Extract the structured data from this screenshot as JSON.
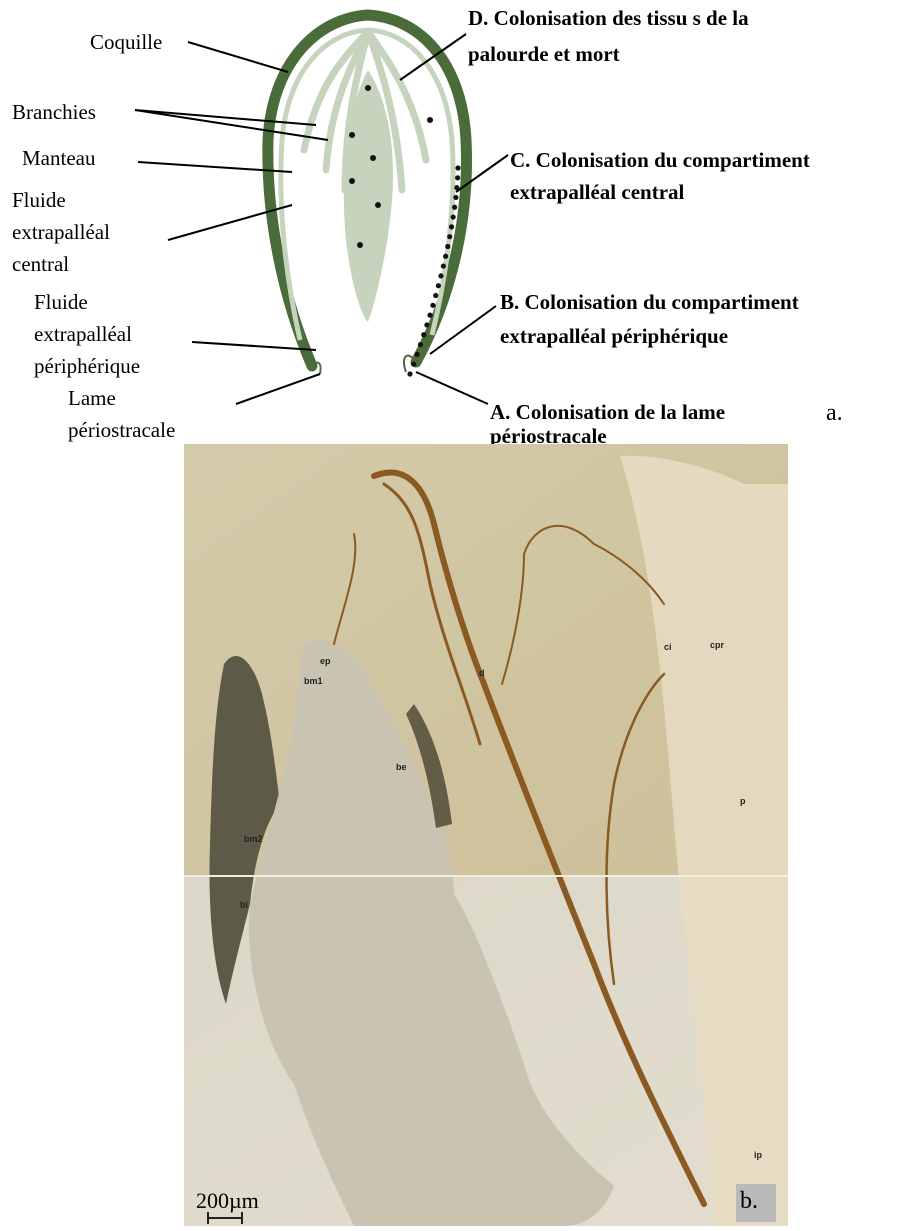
{
  "colors": {
    "shell": "#4a6b3a",
    "tissue": "#c6d3bd",
    "bacteria": "#111111",
    "micrograph_bg": "#cfc7ad",
    "micrograph_upper": "#d9cfb0",
    "micrograph_lower": "#ddd8c8",
    "stain_brown": "#8a5a22",
    "stain_dark": "#3f3a2a",
    "b_badge": "#b9b9b9"
  },
  "diagram": {
    "panel_label": "a.",
    "labels_left": {
      "coquille": "Coquille",
      "branchies": "Branchies",
      "manteau": "Manteau",
      "fluide_central_1": "Fluide",
      "fluide_central_2": "extrapalléal",
      "fluide_central_3": "central",
      "fluide_peripherique_1": "Fluide",
      "fluide_peripherique_2": "extrapalléal",
      "fluide_peripherique_3": "périphérique",
      "lame_1": "Lame",
      "lame_2": "périostracale"
    },
    "stages": {
      "d_1": "D. Colonisation des tissu s de la",
      "d_2": "palourde et mort",
      "c_1": "C. Colonisation du compartiment",
      "c_2": "extrapalléal central",
      "b_1": "B. Colonisation du compartiment",
      "b_2": "extrapalléal périphérique",
      "a_1": "A. Colonisation de la lame",
      "a_2": "périostracale"
    }
  },
  "micrograph": {
    "panel_label": "b.",
    "scale_bar": "200µm",
    "annotations": {
      "d": "d",
      "ci": "ci",
      "cpr": "cpr",
      "p": "p",
      "ep": "ep",
      "bm1": "bm1",
      "be": "be",
      "bm2": "bm2",
      "bi": "bi",
      "ip": "ip"
    }
  }
}
